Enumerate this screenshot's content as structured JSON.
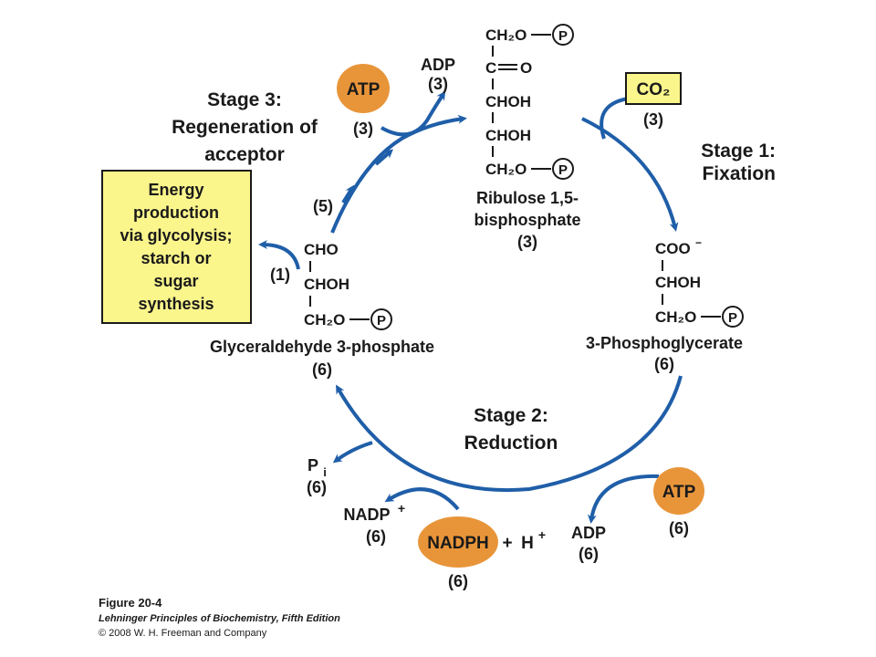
{
  "colors": {
    "arrow": "#1f5ea8",
    "orange": "#e8953a",
    "yellow_box": "#fbf68c",
    "text": "#1a1a1a"
  },
  "ribulose": {
    "line1": "CH₂O",
    "line2": "C",
    "line2b": "O",
    "line3": "CHOH",
    "line4": "CHOH",
    "line5": "CH₂O",
    "name1": "Ribulose 1,5-",
    "name2": "bisphosphate",
    "count": "(3)"
  },
  "phosphate_symbol": "P",
  "stage1": {
    "line1": "Stage 1:",
    "line2": "Fixation"
  },
  "co2": {
    "label": "CO₂",
    "count": "(3)"
  },
  "phosphoglycerate": {
    "line1": "COO",
    "line1_sup": "−",
    "line2": "CHOH",
    "line3": "CH₂O",
    "name": "3-Phosphoglycerate",
    "count": "(6)"
  },
  "stage2": {
    "line1": "Stage 2:",
    "line2": "Reduction"
  },
  "atp_right": {
    "label": "ATP",
    "count": "(6)"
  },
  "adp_bottom": {
    "label": "ADP",
    "count": "(6)"
  },
  "nadph": {
    "label": "NADPH",
    "plus": "+",
    "h": "H",
    "h_sup": "+",
    "count": "(6)"
  },
  "nadp": {
    "label": "NADP",
    "sup": "+",
    "count": "(6)"
  },
  "pi": {
    "label": "P",
    "sub": "i",
    "count": "(6)"
  },
  "g3p": {
    "line1": "CHO",
    "line2": "CHOH",
    "line3": "CH₂O",
    "name": "Glyceraldehyde 3-phosphate",
    "count": "(6)"
  },
  "branch_count": "(1)",
  "regen_count": "(5)",
  "energy_box": [
    "Energy",
    "production",
    "via glycolysis;",
    "starch or",
    "sugar",
    "synthesis"
  ],
  "stage3": {
    "line1": "Stage 3:",
    "line2": "Regeneration of",
    "line3": "acceptor"
  },
  "atp_top": {
    "label": "ATP",
    "count": "(3)"
  },
  "adp_top": {
    "label": "ADP",
    "count": "(3)"
  },
  "caption": {
    "figure": "Figure 20-4",
    "book": "Lehninger Principles of Biochemistry, Fifth Edition",
    "copyright": "© 2008 W. H. Freeman and Company"
  }
}
